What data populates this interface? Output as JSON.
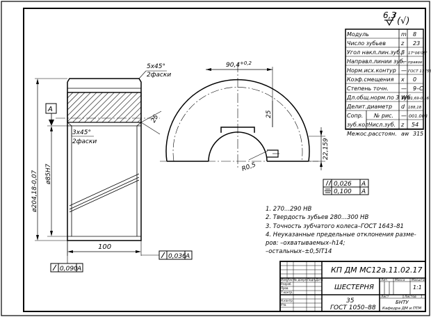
{
  "surface_finish": {
    "value": "6,3",
    "mark": "(√)"
  },
  "params": {
    "rows": [
      {
        "name": "Модуль",
        "sym": "m",
        "val": "8"
      },
      {
        "name": "Число зубьев",
        "sym": "z",
        "val": "23"
      },
      {
        "name": "Угол накл.лин.зуб.",
        "sym": "β",
        "val": "17°06'05\""
      },
      {
        "name": "Направл.линии зуб.",
        "sym": "—",
        "val": "правое"
      },
      {
        "name": "Норм.исх.контур",
        "sym": "—",
        "val": "ГОСТ 13755–81"
      },
      {
        "name": "Коэф.смещения",
        "sym": "x",
        "val": "0"
      },
      {
        "name": "Степень точн.",
        "sym": "—",
        "val": "9–С"
      },
      {
        "name": "Дл.общ.норм.по 3 зуб.",
        "sym": "W",
        "val": "61,69-0,16"
      },
      {
        "name": "Делит.диаметр",
        "sym": "d",
        "val": "188,18"
      },
      {
        "name": "Сопр. зуб.кол.",
        "sub1": "№ рис.",
        "sub2": "Числ.зуб.",
        "sym1": "—",
        "val1": "001.008",
        "sym2": "z",
        "val2": "54"
      },
      {
        "name": "Межос.расстоян.",
        "sym": "aw",
        "val": "315"
      }
    ]
  },
  "dims": {
    "chamfer_top": "5x45°",
    "chamfer_top_note": "2фаски",
    "chamfer_mid": "3x45°",
    "chamfer_mid_note": "2фаски",
    "datum": "A",
    "diam_outer": "ø204,18-0,07",
    "diam_bore": "ø85H7",
    "angle_25": "25",
    "length_100": "100",
    "runout_left": "0,090",
    "runout_left_ref": "A",
    "runout_right": "0,036",
    "runout_right_ref": "A",
    "keyway_width": "90,4",
    "keyway_tol": "+0,2",
    "keyway_25": "25",
    "radius": "R0,5",
    "height": "22,159",
    "tol_parallel": "0,026",
    "tol_parallel_ref": "A",
    "tol_sym": "0,100",
    "tol_sym_ref": "A"
  },
  "notes": [
    "1. 270...290 НВ",
    "2. Твердость зубьев 280...300 НВ",
    "3. Точность зубчатого колеса–ГОСТ 1643–81",
    "4. Неуказанные предельные отклонения разме-",
    "    ров: –охватываемых–h14;",
    "    –остальных–±0,5IT14"
  ],
  "title_block": {
    "doc_number": "КП ДМ МС12а.11.02.17",
    "part_name": "ШЕСТЕРНЯ",
    "material_grade": "35",
    "material_std": "ГОСТ 1050–88",
    "col_lit": "Лит.",
    "col_mass": "Масса",
    "col_scale": "Масштаб",
    "scale": "1:1",
    "sheet": "Лист",
    "sheets": "Листов",
    "sheets_total": "1",
    "org1": "БНТУ",
    "org2": "Кафедра ДМ и ПТМ",
    "rows": [
      "Изм.Лист",
      "Разраб.",
      "Пров.",
      "Т.контр.",
      "Н.контр.",
      "Утв."
    ],
    "hdr_doc": "№ докум.",
    "hdr_sign": "Подп.",
    "hdr_date": "Дата"
  }
}
